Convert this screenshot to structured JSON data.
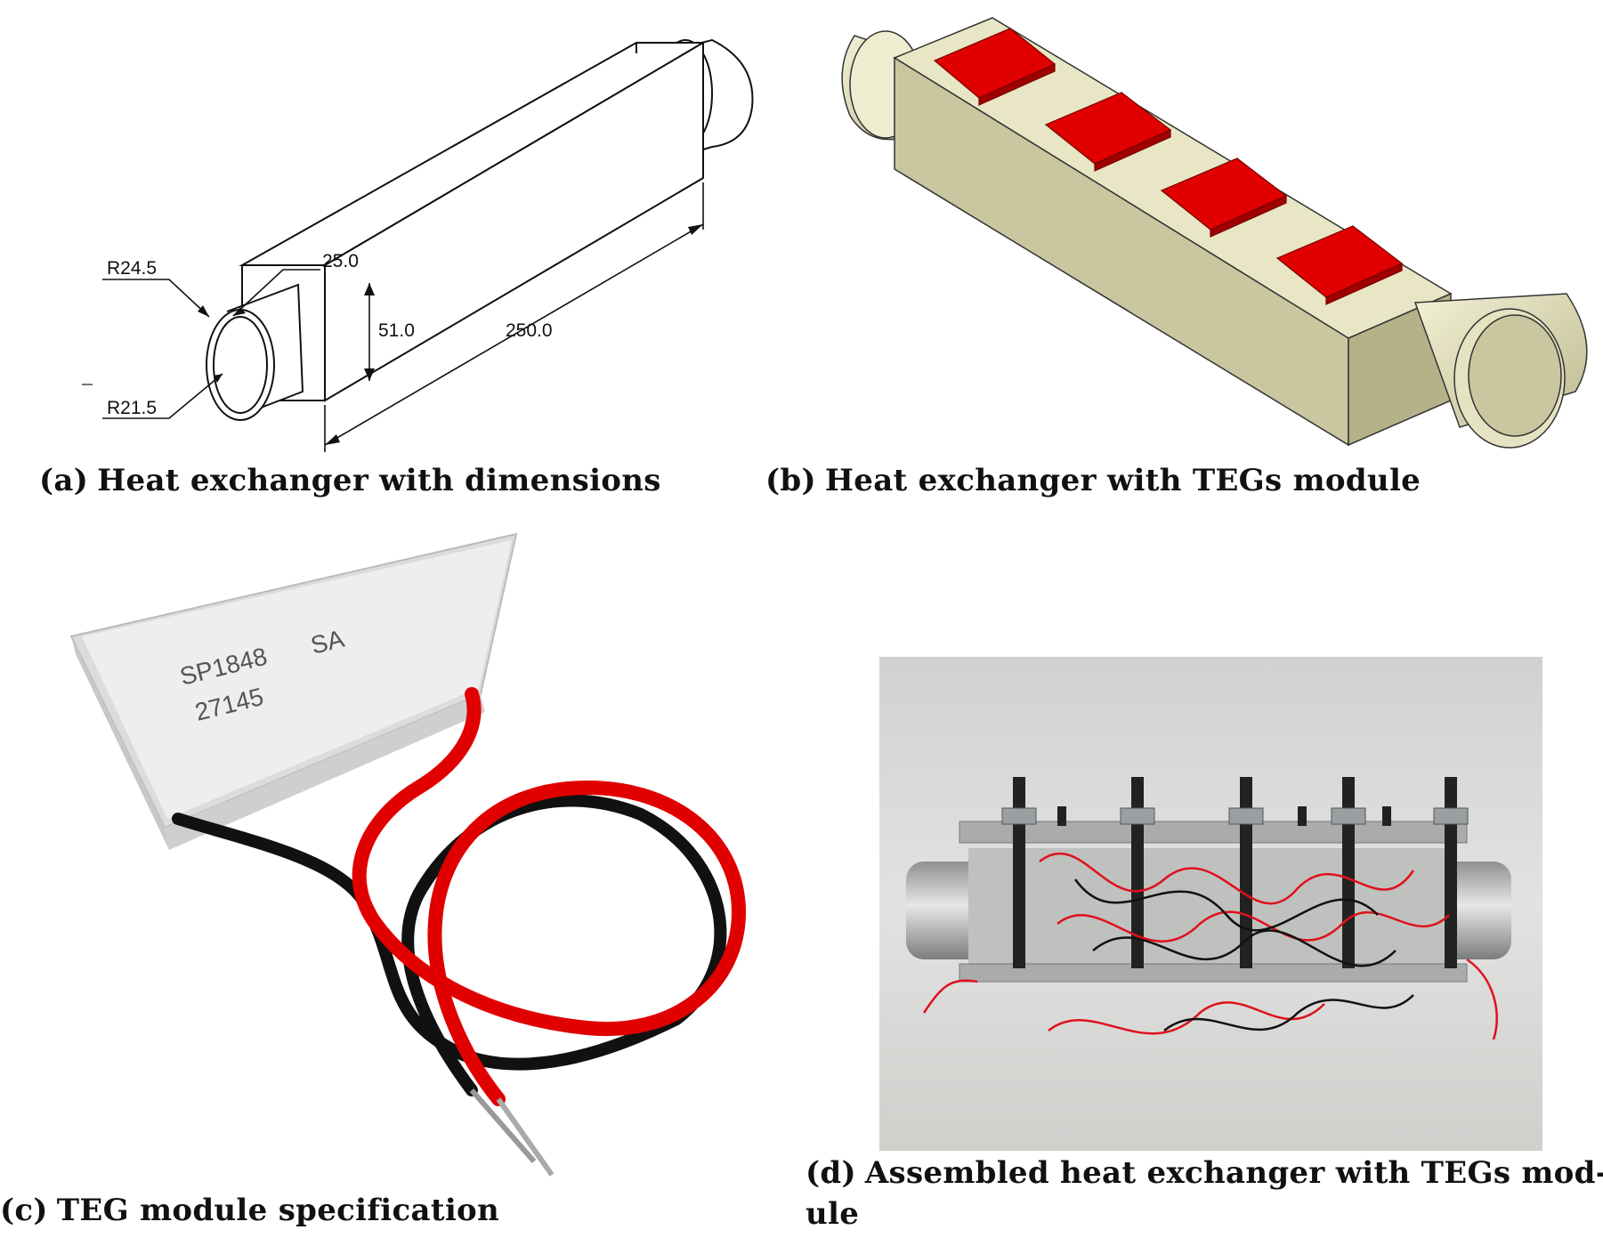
{
  "panels": {
    "a": {
      "label": "(a)",
      "caption": "Heat exchanger with dimensions",
      "dimensions": {
        "outer_radius": "R24.5",
        "inner_radius": "R21.5",
        "pipe_length": "25.0",
        "height": "51.0",
        "length": "250.0"
      }
    },
    "b": {
      "label": "(b)",
      "caption": "Heat exchanger with TEGs module",
      "colors": {
        "body": "#e8e6c4",
        "body_side": "#c9c6a0",
        "teg": "#e00000"
      }
    },
    "c": {
      "label": "(c)",
      "caption": "TEG module specification",
      "module_text": {
        "line1": "SP1848",
        "line1b": "SA",
        "line2": "27145"
      }
    },
    "d": {
      "label": "(d)",
      "caption_line1": "Assembled heat exchanger with TEGs mod-",
      "caption_line2": "ule"
    }
  }
}
